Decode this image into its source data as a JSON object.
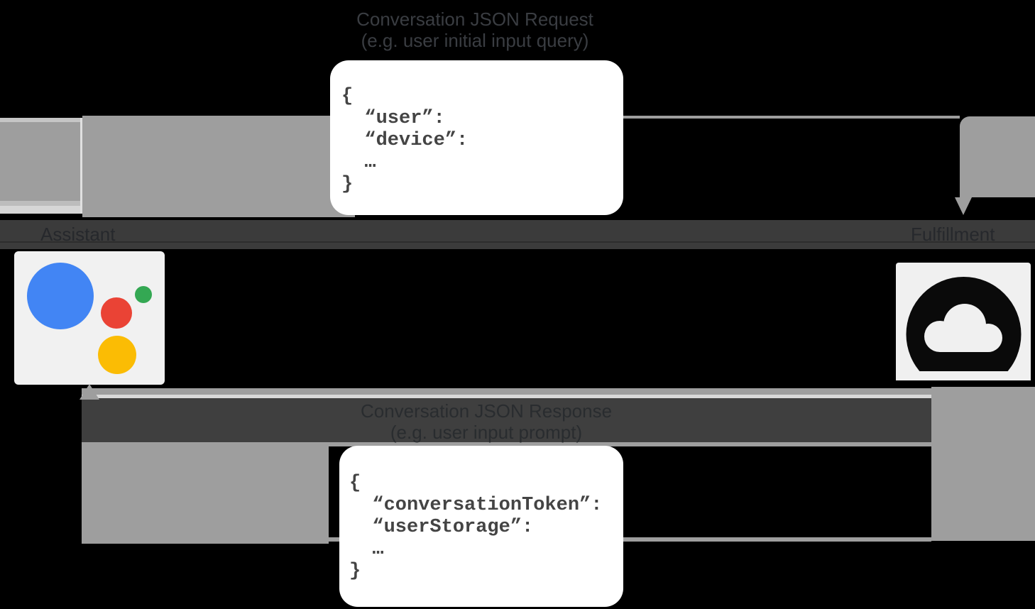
{
  "diagram": {
    "request": {
      "title_line1": "Conversation JSON Request",
      "title_line2": "(e.g. user initial input query)",
      "code": "{\n  “user”:\n  “device”:\n  …\n}"
    },
    "response": {
      "title_line1": "Conversation JSON Response",
      "title_line2": "(e.g. user input prompt)",
      "code": "{\n  “conversationToken”:\n  “userStorage”:\n  …\n}"
    },
    "nodes": {
      "assistant_label": "Assistant",
      "fulfillment_label": "Fulfillment"
    },
    "colors": {
      "background": "#000000",
      "arrow_gray": "#9e9e9e",
      "arrow_light_edge": "#d8d8d8",
      "label_band": "#3b3b3b",
      "box_white": "#ffffff",
      "code_text": "#444444",
      "title_text": "#3a3d42",
      "assistant_blue": "#4285f4",
      "assistant_red": "#ea4335",
      "assistant_green": "#34a853",
      "assistant_yellow": "#fbbc04",
      "tile_gray": "#f0f0f0",
      "cloud_icon": "#0a0a0a"
    }
  }
}
